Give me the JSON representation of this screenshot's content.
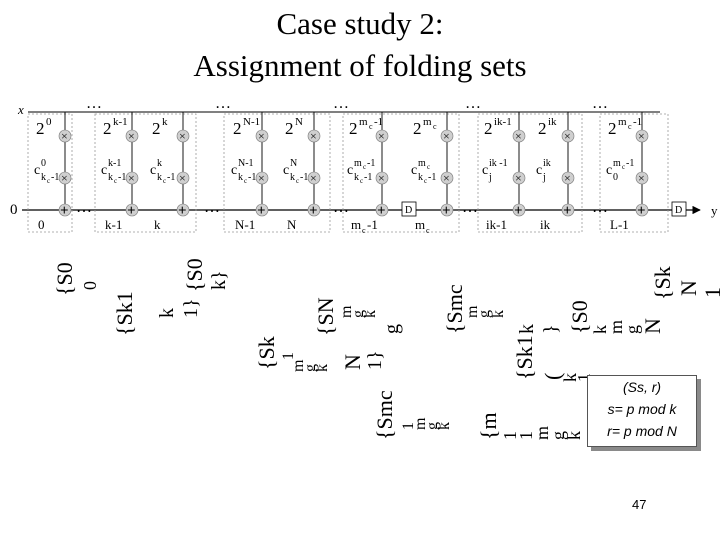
{
  "slide": {
    "title_line1": "Case study 2:",
    "title_line2": "Assignment of folding sets",
    "page_number": "47"
  },
  "diagram": {
    "input_label": "x",
    "output_label": "y",
    "zero_label": "0",
    "delay_label": "D",
    "dots": "…",
    "columns": [
      {
        "power": "2",
        "power_exp": "0",
        "coef": "c",
        "coef_sup": "0",
        "coef_sub": "k",
        "coef_subsub": "c",
        "coef_sub_tail": "-1",
        "index": "0"
      },
      {
        "power": "2",
        "power_exp": "k-1",
        "coef": "c",
        "coef_sup": "k-1",
        "coef_sub": "k",
        "coef_subsub": "c",
        "coef_sub_tail": "-1",
        "index": "k-1"
      },
      {
        "power": "2",
        "power_exp": "k",
        "coef": "c",
        "coef_sup": "k",
        "coef_sub": "k",
        "coef_subsub": "c",
        "coef_sub_tail": "-1",
        "index": "k"
      },
      {
        "power": "2",
        "power_exp": "N-1",
        "coef": "c",
        "coef_sup": "N-1",
        "coef_sub": "k",
        "coef_subsub": "c",
        "coef_sub_tail": "-1",
        "index": "N-1"
      },
      {
        "power": "2",
        "power_exp": "N",
        "coef": "c",
        "coef_sup": "N",
        "coef_sub": "k",
        "coef_subsub": "c",
        "coef_sub_tail": "-1",
        "index": "N"
      },
      {
        "power": "2",
        "power_exp": "m",
        "power_exp_sub": "c",
        "power_exp_tail": "-1",
        "coef": "c",
        "coef_sup": "m",
        "coef_sup_sub": "c",
        "coef_sup_tail": "-1",
        "coef_sub": "k",
        "coef_subsub": "c",
        "coef_sub_tail": "-1",
        "index": "m",
        "index_sub": "c",
        "index_tail": "-1"
      },
      {
        "power": "2",
        "power_exp": "m",
        "power_exp_sub": "c",
        "power_exp_tail": "",
        "coef": "c",
        "coef_sup": "m",
        "coef_sup_sub": "c",
        "coef_sup_tail": "",
        "coef_sub": "k",
        "coef_subsub": "c",
        "coef_sub_tail": "-1",
        "index": "m",
        "index_sub": "c",
        "index_tail": ""
      },
      {
        "power": "2",
        "power_exp": "ik-1",
        "coef": "c",
        "coef_sup": "ik -1",
        "coef_sub": "j",
        "coef_subsub": "",
        "coef_sub_tail": "",
        "index": "ik-1"
      },
      {
        "power": "2",
        "power_exp": "ik",
        "coef": "c",
        "coef_sup": "ik",
        "coef_sub": "j",
        "coef_subsub": "",
        "coef_sub_tail": "",
        "index": "ik"
      },
      {
        "power": "2",
        "power_exp": "m",
        "power_exp_sub": "c",
        "power_exp_tail": "-1",
        "coef": "c",
        "coef_sup": "m",
        "coef_sup_sub": "c",
        "coef_sup_tail": "-1",
        "coef_sub": "0",
        "coef_subsub": "",
        "coef_sub_tail": "",
        "index": "L-1"
      }
    ]
  },
  "scattered_sets": [
    "{S0,0,k}",
    "{Sk1, k, 1}",
    "{SN, m, g, k}",
    "{Sk1, m, g, k, N, 1}",
    "{Smc, m, g, k, 1}",
    "{S0, k, m, g, N}",
    "{Sk1, k, 1, m, g, N}",
    "{Sk1, N, 1}",
    "{Smc, 1, m, g, k}",
    "{m, 1, 1, m, g, k}"
  ],
  "rotated": {
    "s0_a": "{S0",
    "s0_a2": "0",
    "s0_b": "{S0",
    "s0_b2": "k}",
    "sk1_a": "{Sk1",
    "sk1_a2": "k",
    "sk1_a3": "1}",
    "sn_a": "{SN",
    "sn_a2": "m",
    "sn_a3": "g",
    "sn_a4": "k",
    "sn_a5": "g",
    "sk_a": "{Sk",
    "sk_a2": "1",
    "sk_a3": "m",
    "sk_a4": "g",
    "sk_a5": "k",
    "sk_a6": "N",
    "sk_a7": "1}",
    "smc_a": "{Smc",
    "smc_a2": "m",
    "smc_a3": "g",
    "smc_a4": "k",
    "smc_a5": "k",
    "smc_a6": "}",
    "s0_c": "{S0",
    "s0_c2": "k",
    "s0_c3": "m",
    "s0_c4": "g",
    "s0_c5": "N",
    "sk_b": "{Sk",
    "sk_b2": "N",
    "sk_b3": "1",
    "sk_c": "{Sk1",
    "sk_c2": "(",
    "sk_c3": "k",
    "sk_c4": "1",
    "smc_b": "{Smc",
    "smc_b2": "1",
    "smc_b3": "m",
    "smc_b4": "g",
    "smc_b5": "k",
    "m_b": "{m",
    "m_b2": "1",
    "m_b3": "1",
    "m_b4": "m",
    "m_b5": "g",
    "m_b6": "k"
  },
  "callout": {
    "line1": "(Ss, r)",
    "line2": "s= p mod k",
    "line3": "r= p mod N"
  }
}
